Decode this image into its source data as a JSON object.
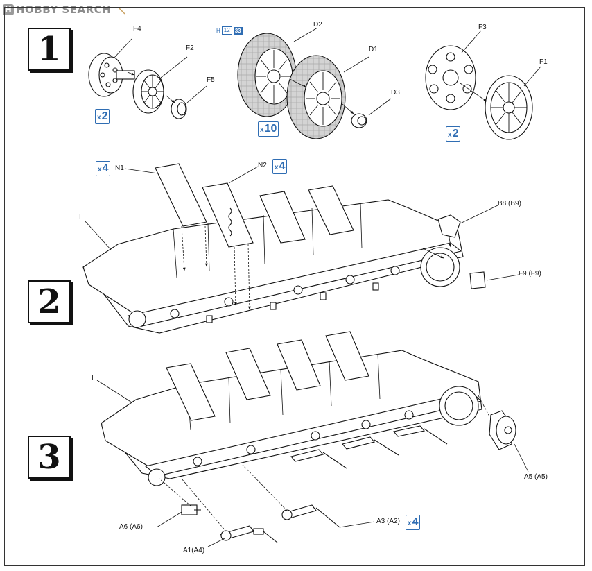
{
  "watermark": {
    "logo_glyph": "H",
    "text": "HOBBY SEARCH"
  },
  "steps": [
    "1",
    "2",
    "3"
  ],
  "step1": {
    "parts": [
      "F4",
      "F2",
      "F5",
      "D2",
      "D1",
      "D3",
      "F3",
      "F1"
    ],
    "multipliers": [
      "2",
      "10",
      "2"
    ],
    "multiplier_prefix": "x",
    "reference": {
      "prefix": "H",
      "page": "12",
      "number": "33"
    }
  },
  "step2": {
    "parts": [
      "N1",
      "N2",
      "I",
      "B8 (B9)",
      "F9 (F9)"
    ],
    "multipliers": [
      "4",
      "4"
    ]
  },
  "step3": {
    "parts": [
      "I",
      "A5 (A5)",
      "A6 (A6)",
      "A3 (A2)",
      "A1(A4)"
    ],
    "multipliers": [
      "4"
    ]
  },
  "colors": {
    "accent": "#2f6db3",
    "ink": "#111111",
    "tire": "#d8d8d8",
    "watermark": "#8c8c8c"
  }
}
